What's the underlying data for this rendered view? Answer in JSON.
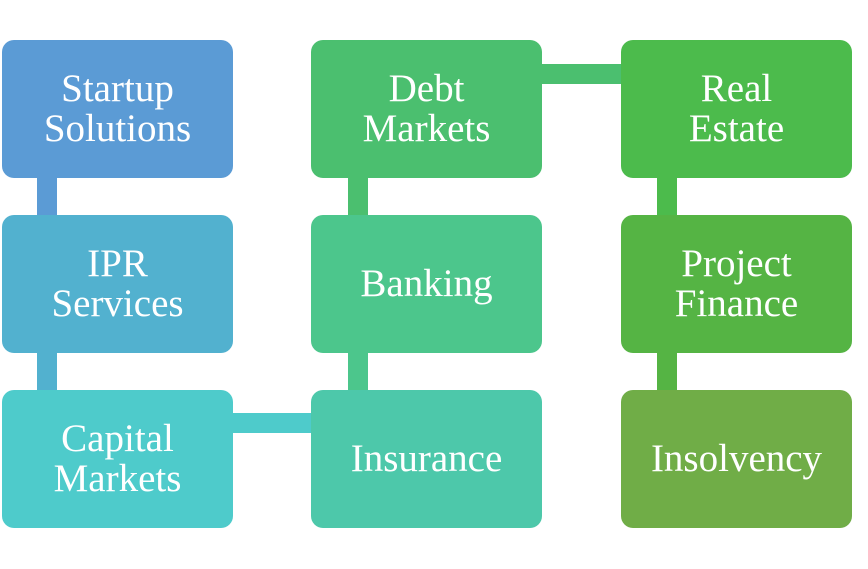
{
  "nodes": [
    {
      "label": "Startup\nSolutions",
      "color": "#5B9BD5"
    },
    {
      "label": "IPR\nServices",
      "color": "#52B1CF"
    },
    {
      "label": "Capital\nMarkets",
      "color": "#4ECBCB"
    },
    {
      "label": "Debt\nMarkets",
      "color": "#4BBF6F"
    },
    {
      "label": "Banking",
      "color": "#4CC68C"
    },
    {
      "label": "Insurance",
      "color": "#4DC8AA"
    },
    {
      "label": "Real\nEstate",
      "color": "#4CBB4C"
    },
    {
      "label": "Project\nFinance",
      "color": "#55B444"
    },
    {
      "label": "Insolvency",
      "color": "#70AD47"
    }
  ]
}
